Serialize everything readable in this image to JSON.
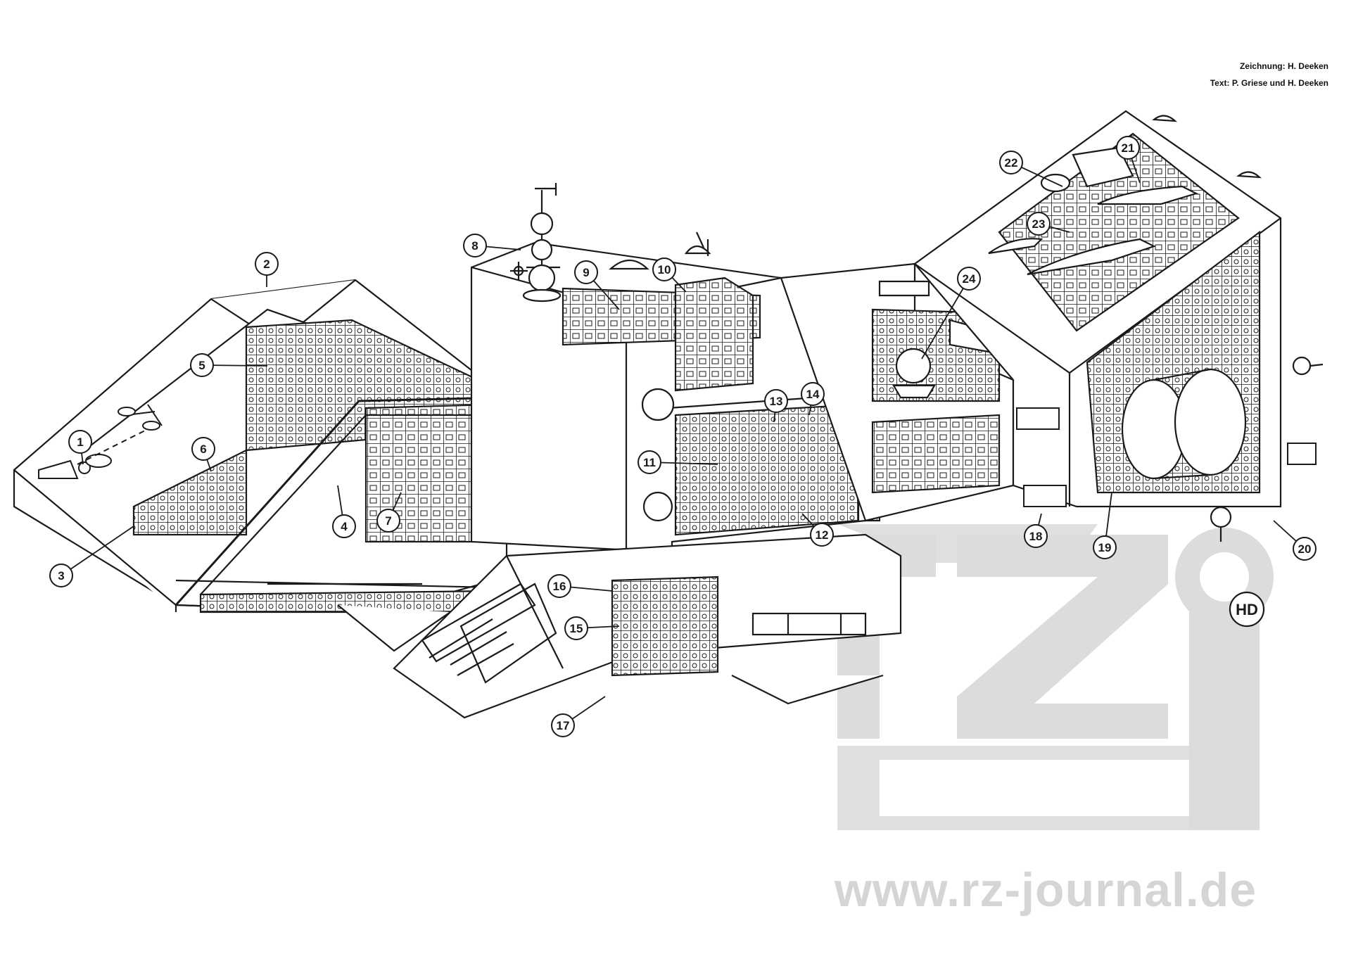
{
  "credits": {
    "drawing": "Zeichnung: H. Deeken",
    "text": "Text: P. Griese und H. Deeken"
  },
  "watermark": {
    "url": "www.rz-journal.de",
    "logo": "rz"
  },
  "signature_mark": "HD",
  "callouts": [
    "1",
    "2",
    "3",
    "4",
    "5",
    "6",
    "7",
    "8",
    "9",
    "10",
    "11",
    "12",
    "13",
    "14",
    "15",
    "16",
    "17",
    "18",
    "19",
    "20",
    "21",
    "22",
    "23",
    "24"
  ],
  "colors": {
    "ink": "#1a1a1a",
    "paper": "#ffffff",
    "watermark": "#d9d9d9"
  }
}
